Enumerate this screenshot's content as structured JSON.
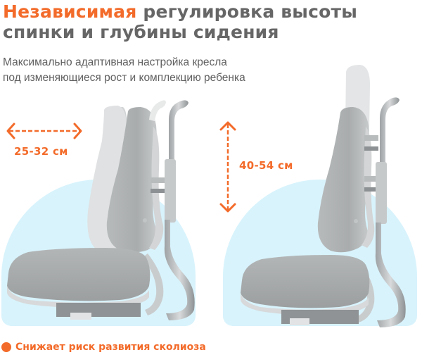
{
  "header": {
    "title_accent": "Независимая",
    "title_rest": " регулировка высоты спинки и глубины сидения",
    "subtitle_line1": "Максимально адаптивная настройка кресла",
    "subtitle_line2": "под изменяющиеся рост и комплекцию ребенка"
  },
  "panels": [
    {
      "id": "depth",
      "measure_label": "25-32 см",
      "arrow": "horizontal-double-arrow",
      "description": "seat depth adjustment"
    },
    {
      "id": "height",
      "measure_label": "40-54 см",
      "arrow": "vertical-double-arrow",
      "description": "backrest height adjustment"
    }
  ],
  "footer": {
    "bullet_icon": "orange-dot",
    "text": "Снижает риск развития сколиоза"
  },
  "colors": {
    "accent": "#f36b2a",
    "title_gray": "#666666",
    "bg_blue": "#d8f3fc",
    "chair_gray": "#a9acad"
  }
}
